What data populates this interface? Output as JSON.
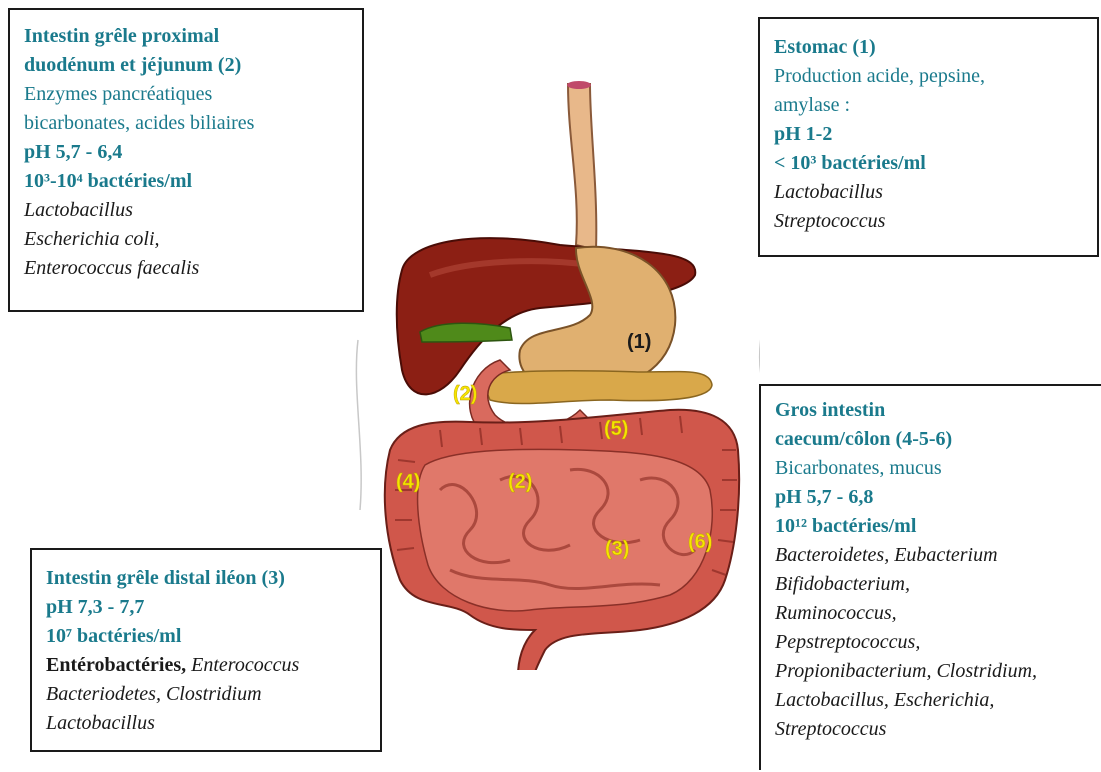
{
  "boxes": {
    "duodenum": {
      "title1": "Intestin grêle proximal",
      "title2": "duodénum et jéjunum (2)",
      "desc1": "Enzymes pancréatiques",
      "desc2": "bicarbonates, acides biliaires",
      "ph": "pH 5,7 - 6,4",
      "bacteria": "10³-10⁴ bactéries/ml",
      "species": [
        "Lactobacillus",
        "Escherichia coli,",
        "Enterococcus faecalis"
      ]
    },
    "estomac": {
      "title": "Estomac (1)",
      "desc1": "Production acide, pepsine,",
      "desc2": "amylase :",
      "ph": "pH 1-2",
      "bacteria": "< 10³ bactéries/ml",
      "species": [
        "Lactobacillus",
        "Streptococcus"
      ]
    },
    "ileon": {
      "title": "Intestin grêle distal iléon (3)",
      "ph": "pH 7,3 - 7,7",
      "bacteria": "10⁷ bactéries/ml",
      "line_plain": "Entérobactéries,",
      "line_italic": "Enterococcus",
      "species": [
        "Bacteriodetes, Clostridium",
        "Lactobacillus"
      ]
    },
    "gros_intestin": {
      "title1": "Gros intestin",
      "title2": "caecum/côlon (4-5-6)",
      "desc": "Bicarbonates, mucus",
      "ph": "pH 5,7 - 6,8",
      "bacteria": "10¹² bactéries/ml",
      "species": [
        "Bacteroidetes, Eubacterium",
        "Bifidobacterium,",
        "Ruminococcus,",
        "Pepstreptococcus,",
        "Propionibacterium, Clostridium,",
        "Lactobacillus, Escherichia,",
        "Streptococcus"
      ]
    }
  },
  "diagram_labels": {
    "stomach": "(1)",
    "duodenum": "(2)",
    "jejunum": "(2)",
    "ileum": "(3)",
    "ascending_colon": "(4)",
    "transverse_colon": "(5)",
    "descending_colon": "(6)"
  },
  "colors": {
    "teal_text": "#1a7a8c",
    "box_border": "#1a1a1a",
    "label_yellow": "#f5e400",
    "liver": "#8c1f14",
    "stomach": "#e0b070",
    "intestine": "#d96a5e"
  }
}
